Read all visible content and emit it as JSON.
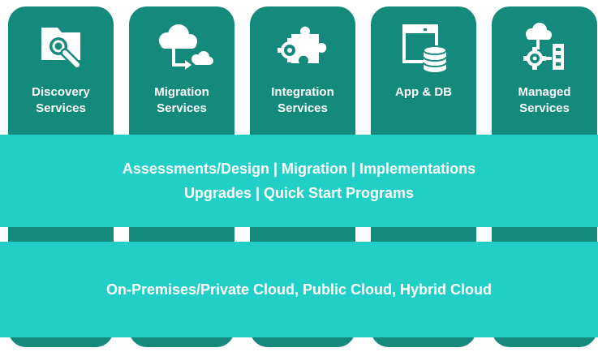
{
  "columns": [
    {
      "icon": "folder-search-icon",
      "label_line1": "Discovery",
      "label_line2": "Services"
    },
    {
      "icon": "cloud-migration-icon",
      "label_line1": "Migration",
      "label_line2": "Services"
    },
    {
      "icon": "puzzle-gear-icon",
      "label_line1": "Integration",
      "label_line2": "Services"
    },
    {
      "icon": "window-database-icon",
      "label_line1": "App & DB",
      "label_line2": ""
    },
    {
      "icon": "cloud-gear-server-icon",
      "label_line1": "Managed",
      "label_line2": "Services"
    }
  ],
  "band_services": {
    "line1": "Assessments/Design | Migration | Implementations",
    "line2": "Upgrades | Quick Start Programs"
  },
  "band_deployment": {
    "line1": "On-Premises/Private Cloud, Public Cloud, Hybrid Cloud"
  },
  "colors": {
    "column": "#138a7c",
    "band": "#21cfc6",
    "icon": "#ffffff"
  }
}
